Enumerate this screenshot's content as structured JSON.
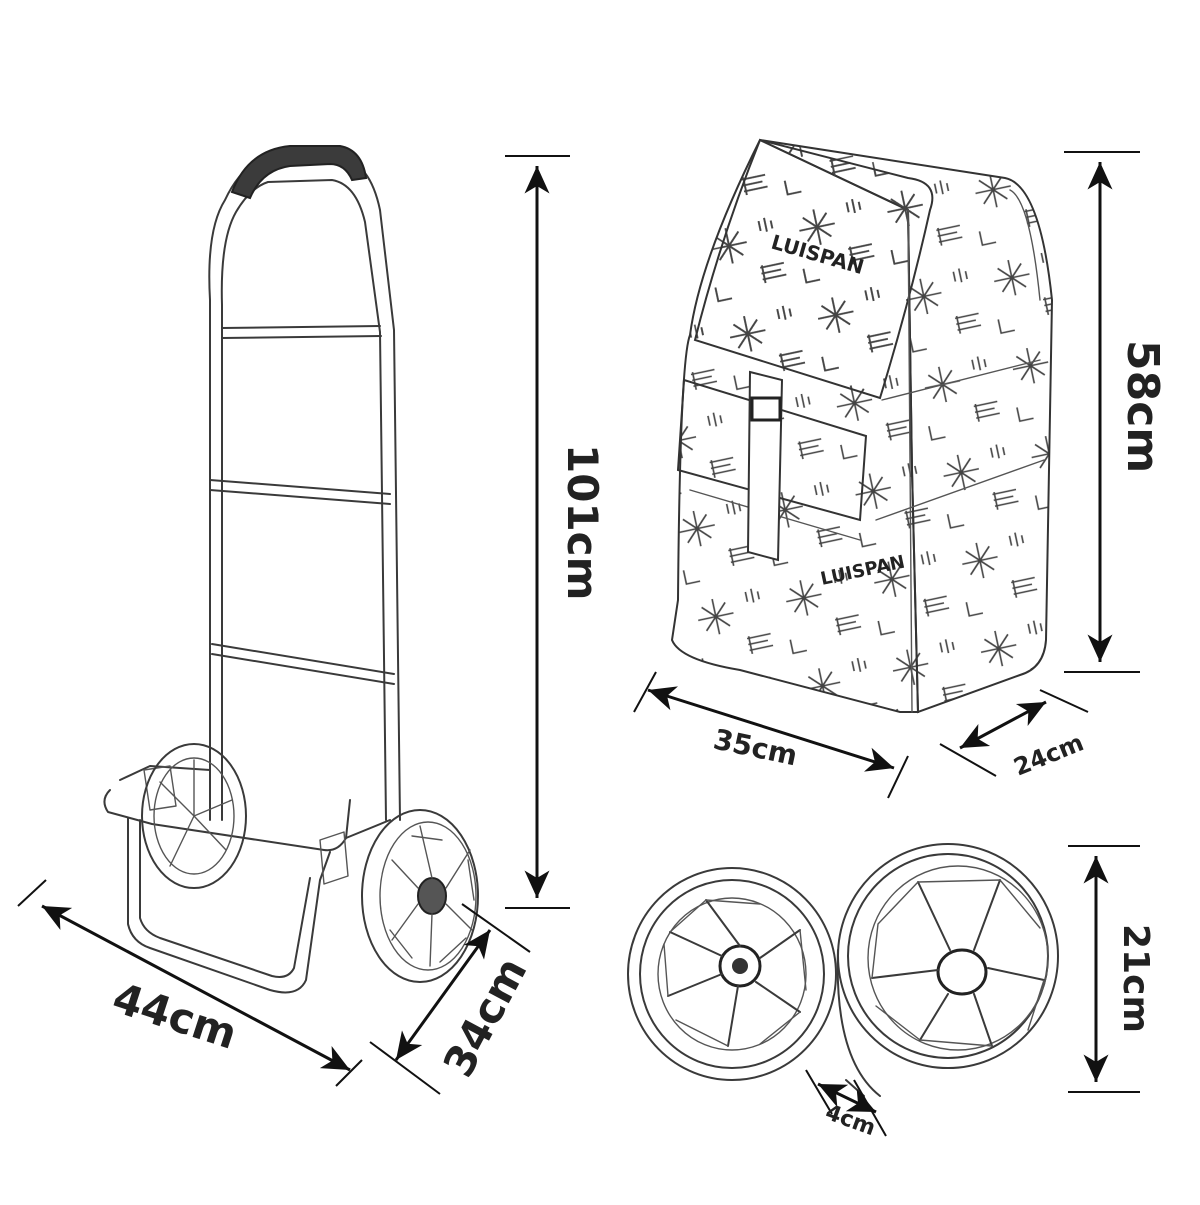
{
  "dimensions": {
    "trolley_height": "101cm",
    "trolley_width": "44cm",
    "trolley_depth": "34cm",
    "bag_height": "58cm",
    "bag_width": "35cm",
    "bag_depth": "24cm",
    "wheel_diameter": "21cm",
    "wheel_width": "4cm"
  },
  "bag_print_text": "LUISPAN",
  "icons": {
    "trolley_frame": "trolley-frame-drawing",
    "shopping_bag": "shopping-bag-drawing",
    "wheels": "wheel-pair-drawing"
  },
  "colors": {
    "line": "#3a3a3a",
    "dimension": "#111111",
    "background": "#ffffff"
  }
}
